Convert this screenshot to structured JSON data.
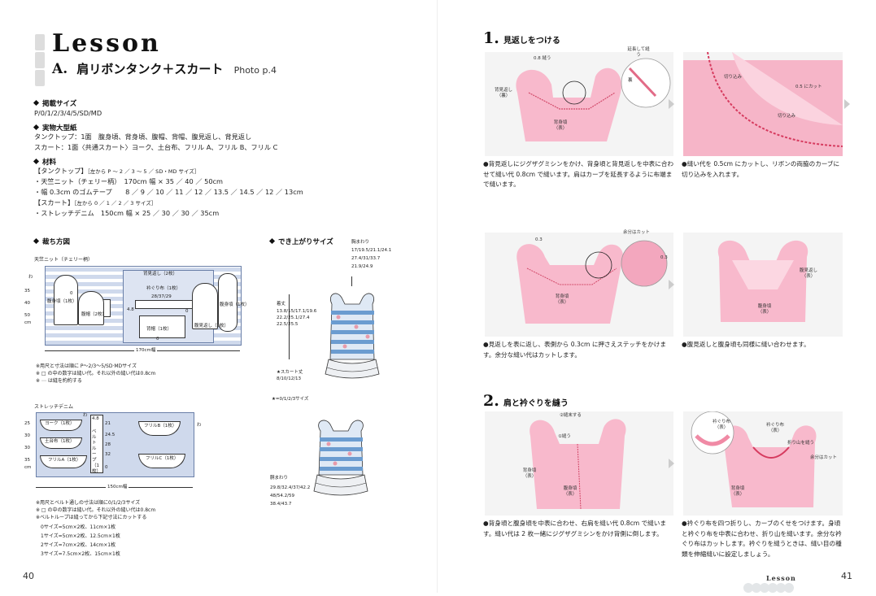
{
  "left": {
    "title": "Lesson",
    "subtitle_letter": "A.",
    "subtitle": "肩リボンタンク＋スカート",
    "photo_ref": "Photo p.4",
    "sections": {
      "sizes_head": "掲載サイズ",
      "sizes": "P/0/1/2/3/4/5/SD/MD",
      "pattern_head": "実物大型紙",
      "pattern_line1": "タンクトップ：1面　腹身頃、背身頃、腹帽、背帽、腹見返し、背見返し",
      "pattern_line2": "スカート：1面〈共通スカート〉ヨーク、土台布、フリル A、フリル B、フリル C",
      "materials_head": "材料",
      "tank_head": "【タンクトップ】",
      "tank_sizes": "［左から P ～ 2 ／ 3 ～ 5 ／ SD・MD サイズ］",
      "tank_line1": "・天竺ニット（チェリー柄）　170cm 幅 × 35 ／ 40 ／ 50cm",
      "tank_line2": "・幅 0.3cm のゴムテープ　　8 ／ 9 ／ 10 ／ 11 ／ 12 ／ 13.5 ／ 14.5 ／ 12 ／ 13cm",
      "skirt_head": "【スカート】",
      "skirt_sizes": "［左から 0 ／ 1 ／ 2 ／ 3 サイズ］",
      "skirt_line1": "・ストレッチデニム　150cm 幅 × 25 ／ 30 ／ 30 ／ 35cm"
    },
    "cutting_head": "裁ち方図",
    "finished_head": "でき上がりサイズ",
    "cut1": {
      "fabric": "天竺ニット（チェリー柄）",
      "labels": [
        "背見返し（2枚）",
        "衿ぐり布（1枚）",
        "28/37/29",
        "背帽（1枚）",
        "腹身頃（1枚）",
        "腹帽（2枚）",
        "腹見返し（2枚）",
        "腹身頃（1枚）"
      ],
      "dims": [
        "35",
        "40",
        "50",
        "cm",
        "わ",
        "4.8",
        "0",
        "0",
        "0"
      ],
      "width": "170cm幅",
      "notes": [
        "※用尺と寸法は順に P～2/3～5/SD·MDサイズ",
        "※ □ の中の数字は縫い代。それ以外の縫い代は0.8cm",
        "※ ⋯ は縫を約約する"
      ]
    },
    "cut2": {
      "fabric": "ストレッチデニム",
      "labels": [
        "ヨーク（1枚）",
        "土台布（1枚）",
        "フリルA（1枚）",
        "ベルトループ（1枚）",
        "フリルB（1枚）",
        "フリルC（1枚）"
      ],
      "dims": [
        "25",
        "30",
        "30",
        "35",
        "cm",
        "4.8",
        "21",
        "24.5",
        "28",
        "32",
        "0",
        "わ",
        "わ"
      ],
      "width": "150cm幅",
      "notes": [
        "※用尺とベルト通しの寸法は順に0/1/2/3サイズ",
        "※ □ の中の数字は縫い代。それ以外の縫い代は0.8cm",
        "※ベルトループは縫ってから下記寸法にカットする",
        "　0サイズ=5cm×2枚、11cm×1枚",
        "　1サイズ=5cm×2枚、12.5cm×1枚",
        "　2サイズ=7cm×2枚、14cm×1枚",
        "　3サイズ=7.5cm×2枚、15cm×1枚"
      ]
    },
    "finished": {
      "chest": "胸まわり",
      "chest_vals": [
        "17/19.5/21.1/24.1",
        "27.4/31/33.7",
        "21.9/24.9"
      ],
      "length": "着丈",
      "length_vals": [
        "13.8/15/17.1/19.6",
        "22.2/25.1/27.4",
        "22.5/25.5"
      ],
      "skirt_len": "★スカート丈",
      "skirt_len_vals": "8/10/12/13",
      "star_note": "★=0/1/2/3サイズ",
      "waist": "胴まわり",
      "waist_vals": [
        "29.8/32.4/37/42.2",
        "48/54.2/59",
        "38.4/43.7"
      ]
    },
    "page_number": "40"
  },
  "right": {
    "step1_num": "1.",
    "step1_title": "見返しをつける",
    "step2_num": "2.",
    "step2_title": "肩と衿ぐりを縫う",
    "photo_labels": {
      "p1": [
        "0.8 縫う",
        "背見返し（裏）",
        "背身頃（表）",
        "延長して縫う",
        "裏"
      ],
      "p2": [
        "切り込み",
        "0.5 にカット",
        "切り込み"
      ],
      "p3": [
        "0.3",
        "余分はカット",
        "0.3",
        "背身頃（表）"
      ],
      "p4": [
        "腹見返し（表）",
        "腹身頃（表）"
      ],
      "p5": [
        "②縫末する",
        "①縫う",
        "背身頃（表）",
        "腹身頃（表）"
      ],
      "p6": [
        "衿ぐり布（表）",
        "衿ぐり布（表）",
        "折り山を縫う",
        "余分はカット",
        "背身頃（表）"
      ]
    },
    "captions": {
      "c1": "●背見返しにジグザグミシンをかけ、背身頃と背見返しを中表に合わせて縫い代 0.8cm で縫います。肩はカーブを延長するように布端まで縫います。",
      "c2": "●縫い代を 0.5cm にカットし、リボンの両脇のカーブに切り込みを入れます。",
      "c3": "●見返しを表に返し、表側から 0.3cm に押さえステッチをかけます。余分な縫い代はカットします。",
      "c4": "●腹見返しと腹身頃も同様に縫い合わせます。",
      "c5": "●背身頃と腹身頃を中表に合わせ、右肩を縫い代 0.8cm で縫います。縫い代は 2 枚一緒にジグザグミシンをかけ背側に倒します。",
      "c6": "●衿ぐり布を四つ折りし、カーブのくせをつけます。身頃と衿ぐり布を中表に合わせ、折り山を縫います。余分な衿ぐり布はカットします。衿ぐりを縫うときは、縫い目の種類を伸縮縫いに設定しましょう。"
    },
    "footer_label": "Lesson",
    "page_number": "41"
  }
}
